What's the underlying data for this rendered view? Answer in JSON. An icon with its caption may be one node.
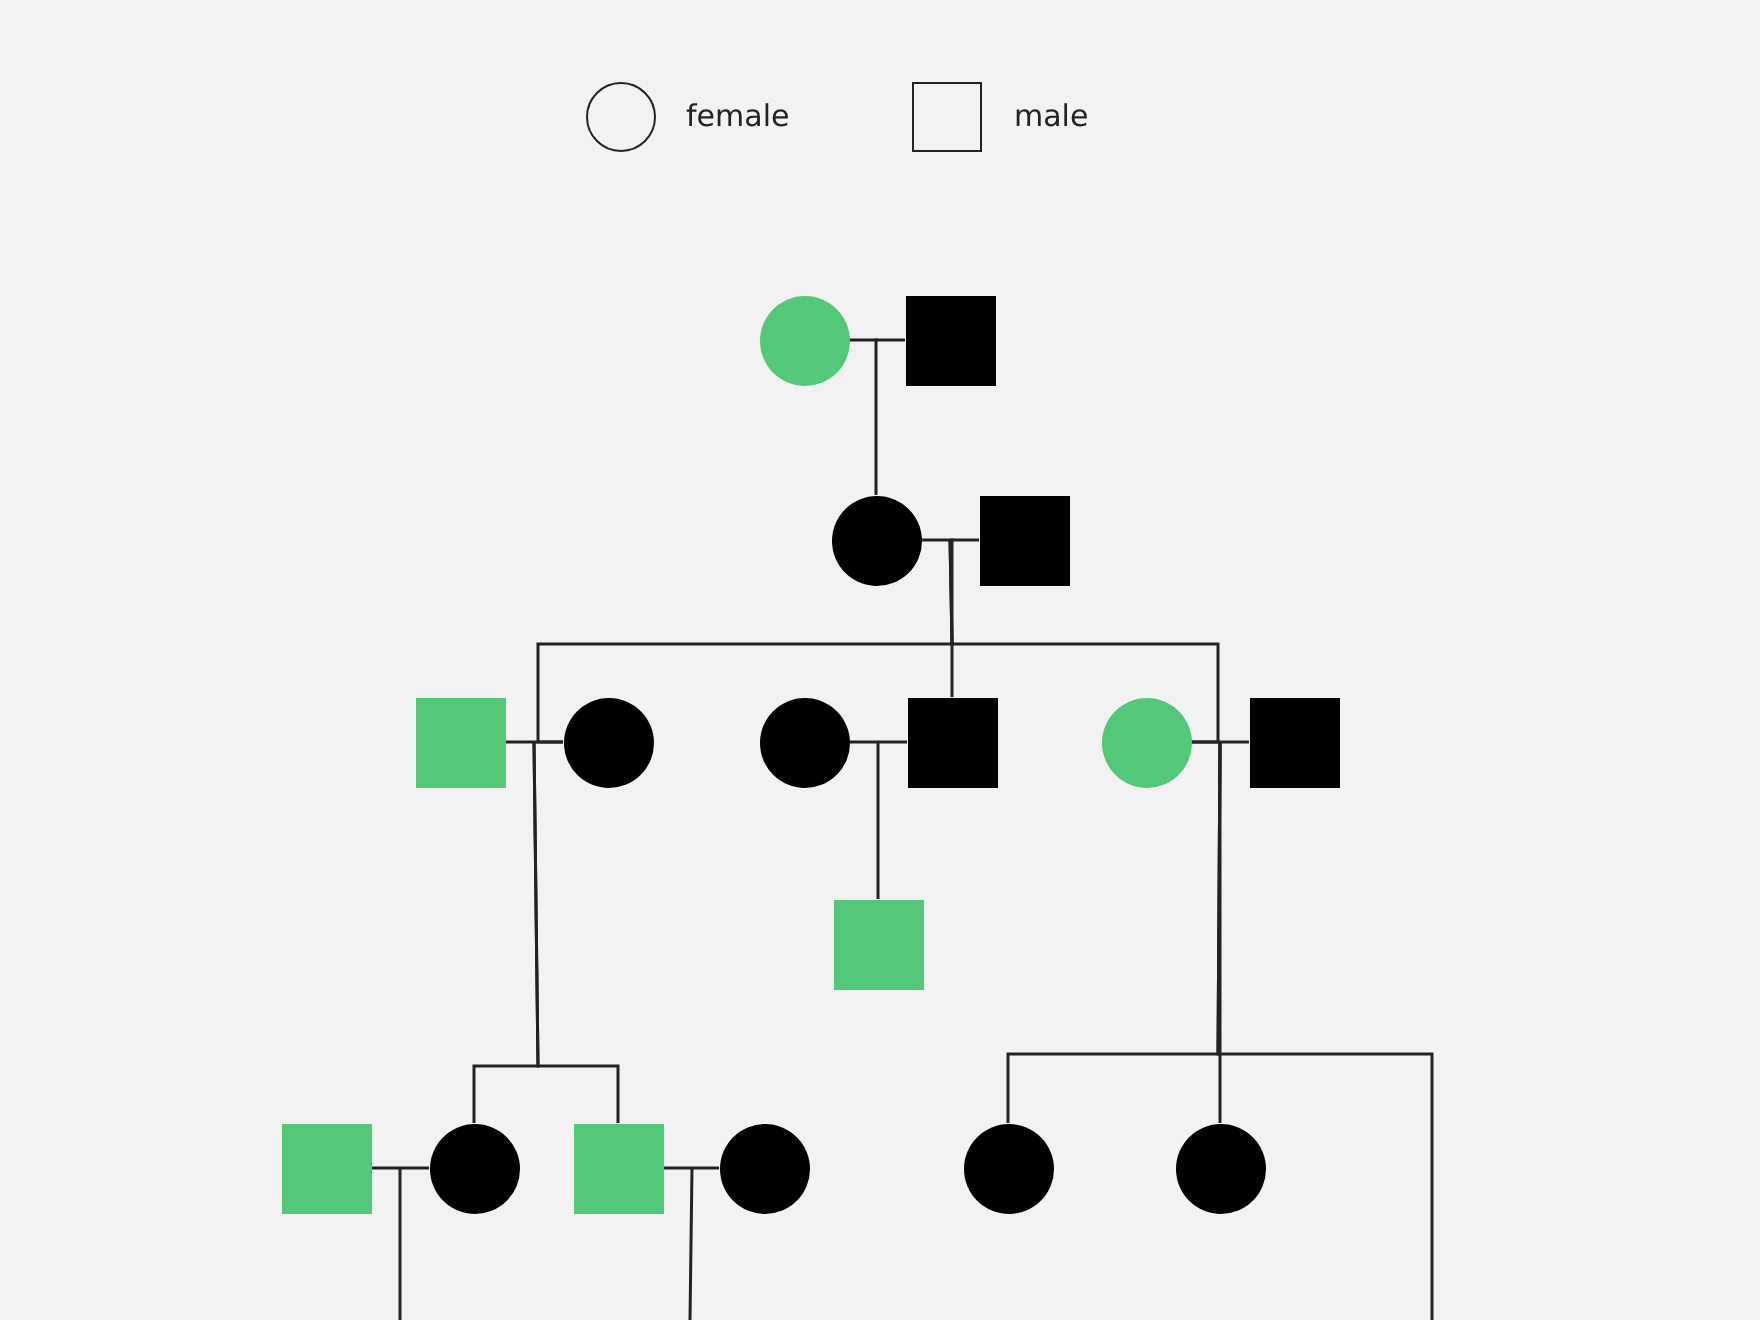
{
  "diagram": {
    "nodes": [
      {
        "text": [],
        "shape": "circle"
      },
      {
        "text": [],
        "shape": "box"
      },
      {
        "text": [],
        "shape": "circle"
      },
      {
        "text": [],
        "shape": "box"
      },
      {
        "text": [],
        "shape": "box"
      },
      {
        "text": [],
        "shape": "circle"
      },
      {
        "text": [],
        "shape": "circle"
      },
      {
        "text": [],
        "shape": "box"
      },
      {
        "text": [],
        "shape": "circle"
      },
      {
        "text": [],
        "shape": "box"
      },
      {
        "text": [],
        "shape": "box"
      },
      {
        "text": [],
        "shape": "box"
      },
      {
        "text": [],
        "shape": "circle"
      },
      {
        "text": [],
        "shape": "box"
      },
      {
        "text": [],
        "shape": "circle"
      },
      {
        "text": [],
        "shape": "circle"
      },
      {
        "text": [],
        "shape": "circle"
      }
    ],
    "edges": [
      {
        "from": 0,
        "to": 1,
        "arrow": "none"
      },
      {
        "from": 0,
        "to": 2,
        "arrow": "none"
      },
      {
        "from": 2,
        "to": 3,
        "arrow": "none"
      },
      {
        "from": 2,
        "to": 5,
        "arrow": "none"
      },
      {
        "from": 2,
        "to": 7,
        "arrow": "none"
      },
      {
        "from": 2,
        "to": 8,
        "arrow": "none"
      },
      {
        "from": 4,
        "to": 5,
        "arrow": "none"
      },
      {
        "from": 6,
        "to": 7,
        "arrow": "none"
      },
      {
        "from": 8,
        "to": 9,
        "arrow": "none"
      },
      {
        "from": 6,
        "to": 10,
        "arrow": "none"
      },
      {
        "from": 4,
        "to": 12,
        "arrow": "none"
      },
      {
        "from": 4,
        "to": 13,
        "arrow": "none"
      },
      {
        "from": 8,
        "to": 15,
        "arrow": "none"
      },
      {
        "from": 8,
        "to": 16,
        "arrow": "none"
      },
      {
        "from": 8,
        "to": null,
        "arrow": "none"
      },
      {
        "from": 11,
        "to": 12,
        "arrow": "none"
      },
      {
        "from": 13,
        "to": 14,
        "arrow": "none"
      },
      {
        "from": 11,
        "to": null,
        "arrow": "none"
      },
      {
        "from": 13,
        "to": null,
        "arrow": "none"
      }
    ],
    "legend": [
      {
        "text": "female"
      },
      {
        "text": "male"
      }
    ]
  }
}
